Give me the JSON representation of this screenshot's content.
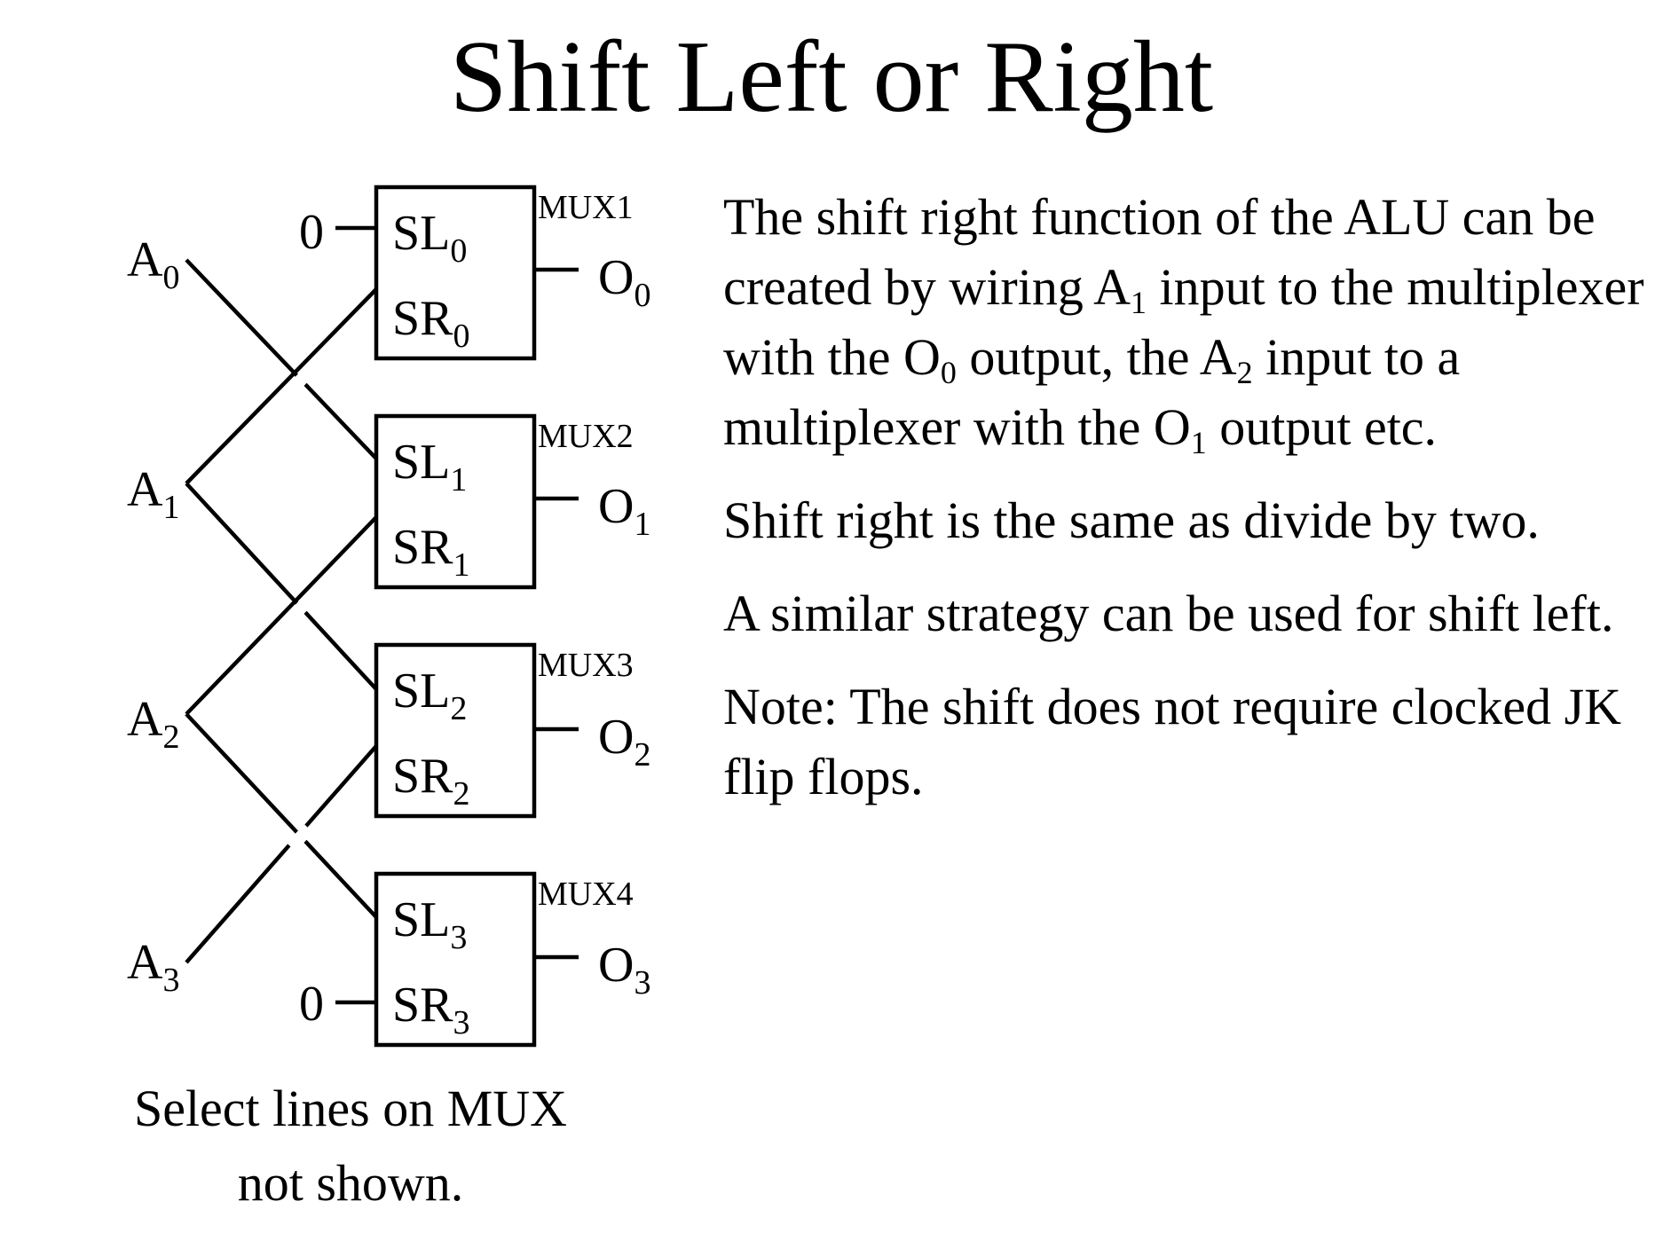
{
  "title": "Shift Left or Right",
  "muxes": [
    {
      "name": "MUX1",
      "sl": "SL",
      "sr": "SR",
      "index": "0",
      "out": "O",
      "out_index": "0"
    },
    {
      "name": "MUX2",
      "sl": "SL",
      "sr": "SR",
      "index": "1",
      "out": "O",
      "out_index": "1"
    },
    {
      "name": "MUX3",
      "sl": "SL",
      "sr": "SR",
      "index": "2",
      "out": "O",
      "out_index": "2"
    },
    {
      "name": "MUX4",
      "sl": "SL",
      "sr": "SR",
      "index": "3",
      "out": "O",
      "out_index": "3"
    }
  ],
  "inputs": [
    {
      "letter": "A",
      "index": "0"
    },
    {
      "letter": "A",
      "index": "1"
    },
    {
      "letter": "A",
      "index": "2"
    },
    {
      "letter": "A",
      "index": "3"
    }
  ],
  "constants": {
    "top": "0",
    "bottom": "0"
  },
  "caption": {
    "line1": "Select lines on MUX",
    "line2": "not shown."
  },
  "description": {
    "p1": {
      "t1": "The shift right function of the ALU can be created by wiring ",
      "a1": "A",
      "a1_sub": "1",
      "t2": " input to the multiplexer with the ",
      "o0": "O",
      "o0_sub": "0",
      "t3": " output, the ",
      "a2": "A",
      "a2_sub": "2",
      "t4": " input to a multiplexer with the ",
      "o1": "O",
      "o1_sub": "1",
      "t5": " output etc."
    },
    "p2": "Shift right is the same as divide by two.",
    "p3": "A similar strategy can be used for shift left.",
    "p4": "Note: The shift does not require clocked JK flip flops."
  }
}
